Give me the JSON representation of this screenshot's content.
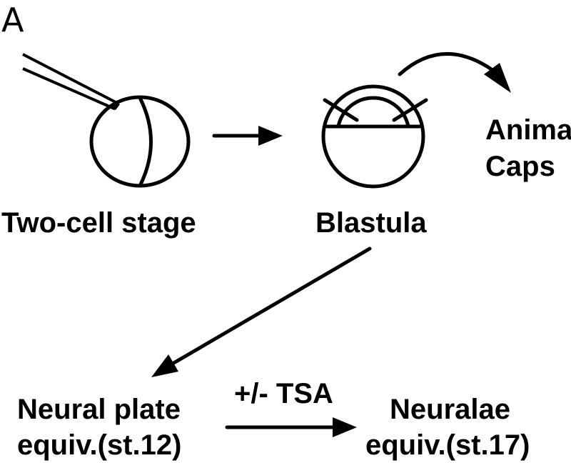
{
  "figure": {
    "panel_label": "A",
    "stages": {
      "two_cell": "Two-cell stage",
      "blastula": "Blastula",
      "animal_caps": [
        "Animal",
        "Caps"
      ],
      "neural_plate": [
        "Neural plate",
        "equiv.(st.12)"
      ],
      "neuralae": [
        "Neuralae",
        "equiv.(st.17)"
      ]
    },
    "treatment": "+/- TSA"
  }
}
